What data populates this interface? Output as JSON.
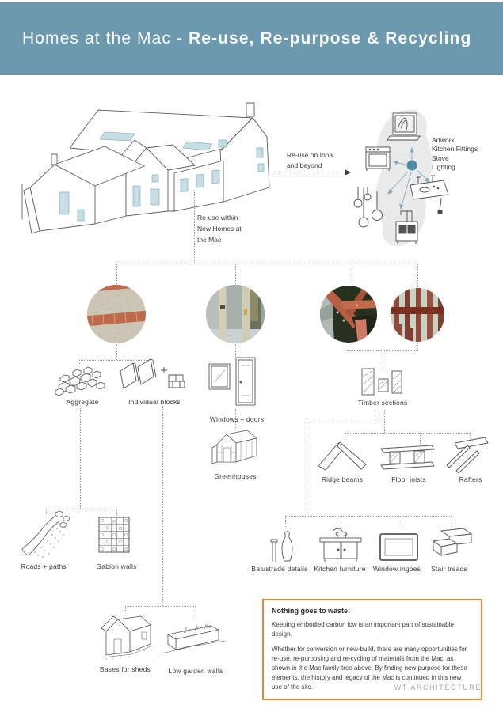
{
  "header": {
    "title_regular": "Homes at the Mac - ",
    "title_bold": "Re-use, Re-purpose & Recycling"
  },
  "flows": {
    "iona_label": "Re-use on Iona\nand beyond",
    "within_label": "Re-use within\nNew Homes at\nthe Mac",
    "iona_items": [
      "Artwork",
      "Kitchen Fittings",
      "Stove",
      "Lighting"
    ]
  },
  "nodes": {
    "aggregate": "Aggregate",
    "individual_blocks": "Individual blocks",
    "windows_doors": "Windows + doors",
    "timber_sections": "Timber sections",
    "greenhouses": "Greenhouses",
    "ridge_beams": "Ridge beams",
    "floor_joists": "Floor joists",
    "rafters": "Rafters",
    "roads_paths": "Roads + paths",
    "gabion_walls": "Gabion walls",
    "balustrade_details": "Balustrade details",
    "kitchen_furniture": "Kitchen furniture",
    "window_ingoes": "Window ingoes",
    "stair_treads": "Stair treads",
    "bases_for_sheds": "Bases for sheds",
    "low_garden_walls": "Low garden walls"
  },
  "info_box": {
    "title": "Nothing goes to waste!",
    "para1": "Keeping embodied carbon low is an important part of sustainable design.",
    "para2": "Whether for conversion or new-build, there are many opportunities for re-use, re-purposing and re-cycling of materials from the Mac, as shown in the Mac family-tree above. By finding new purpose for these elements, the history and legacy of the Mac is continued in this new use of the site."
  },
  "footer": {
    "credit": "WT ARCHITECTURE"
  },
  "colors": {
    "header_bg": "#6c99ae",
    "accent_orange": "#e0873a",
    "hub_blue": "#4e8ba6",
    "window_blue": "#c6dfe6",
    "sketch_line": "#565656"
  }
}
